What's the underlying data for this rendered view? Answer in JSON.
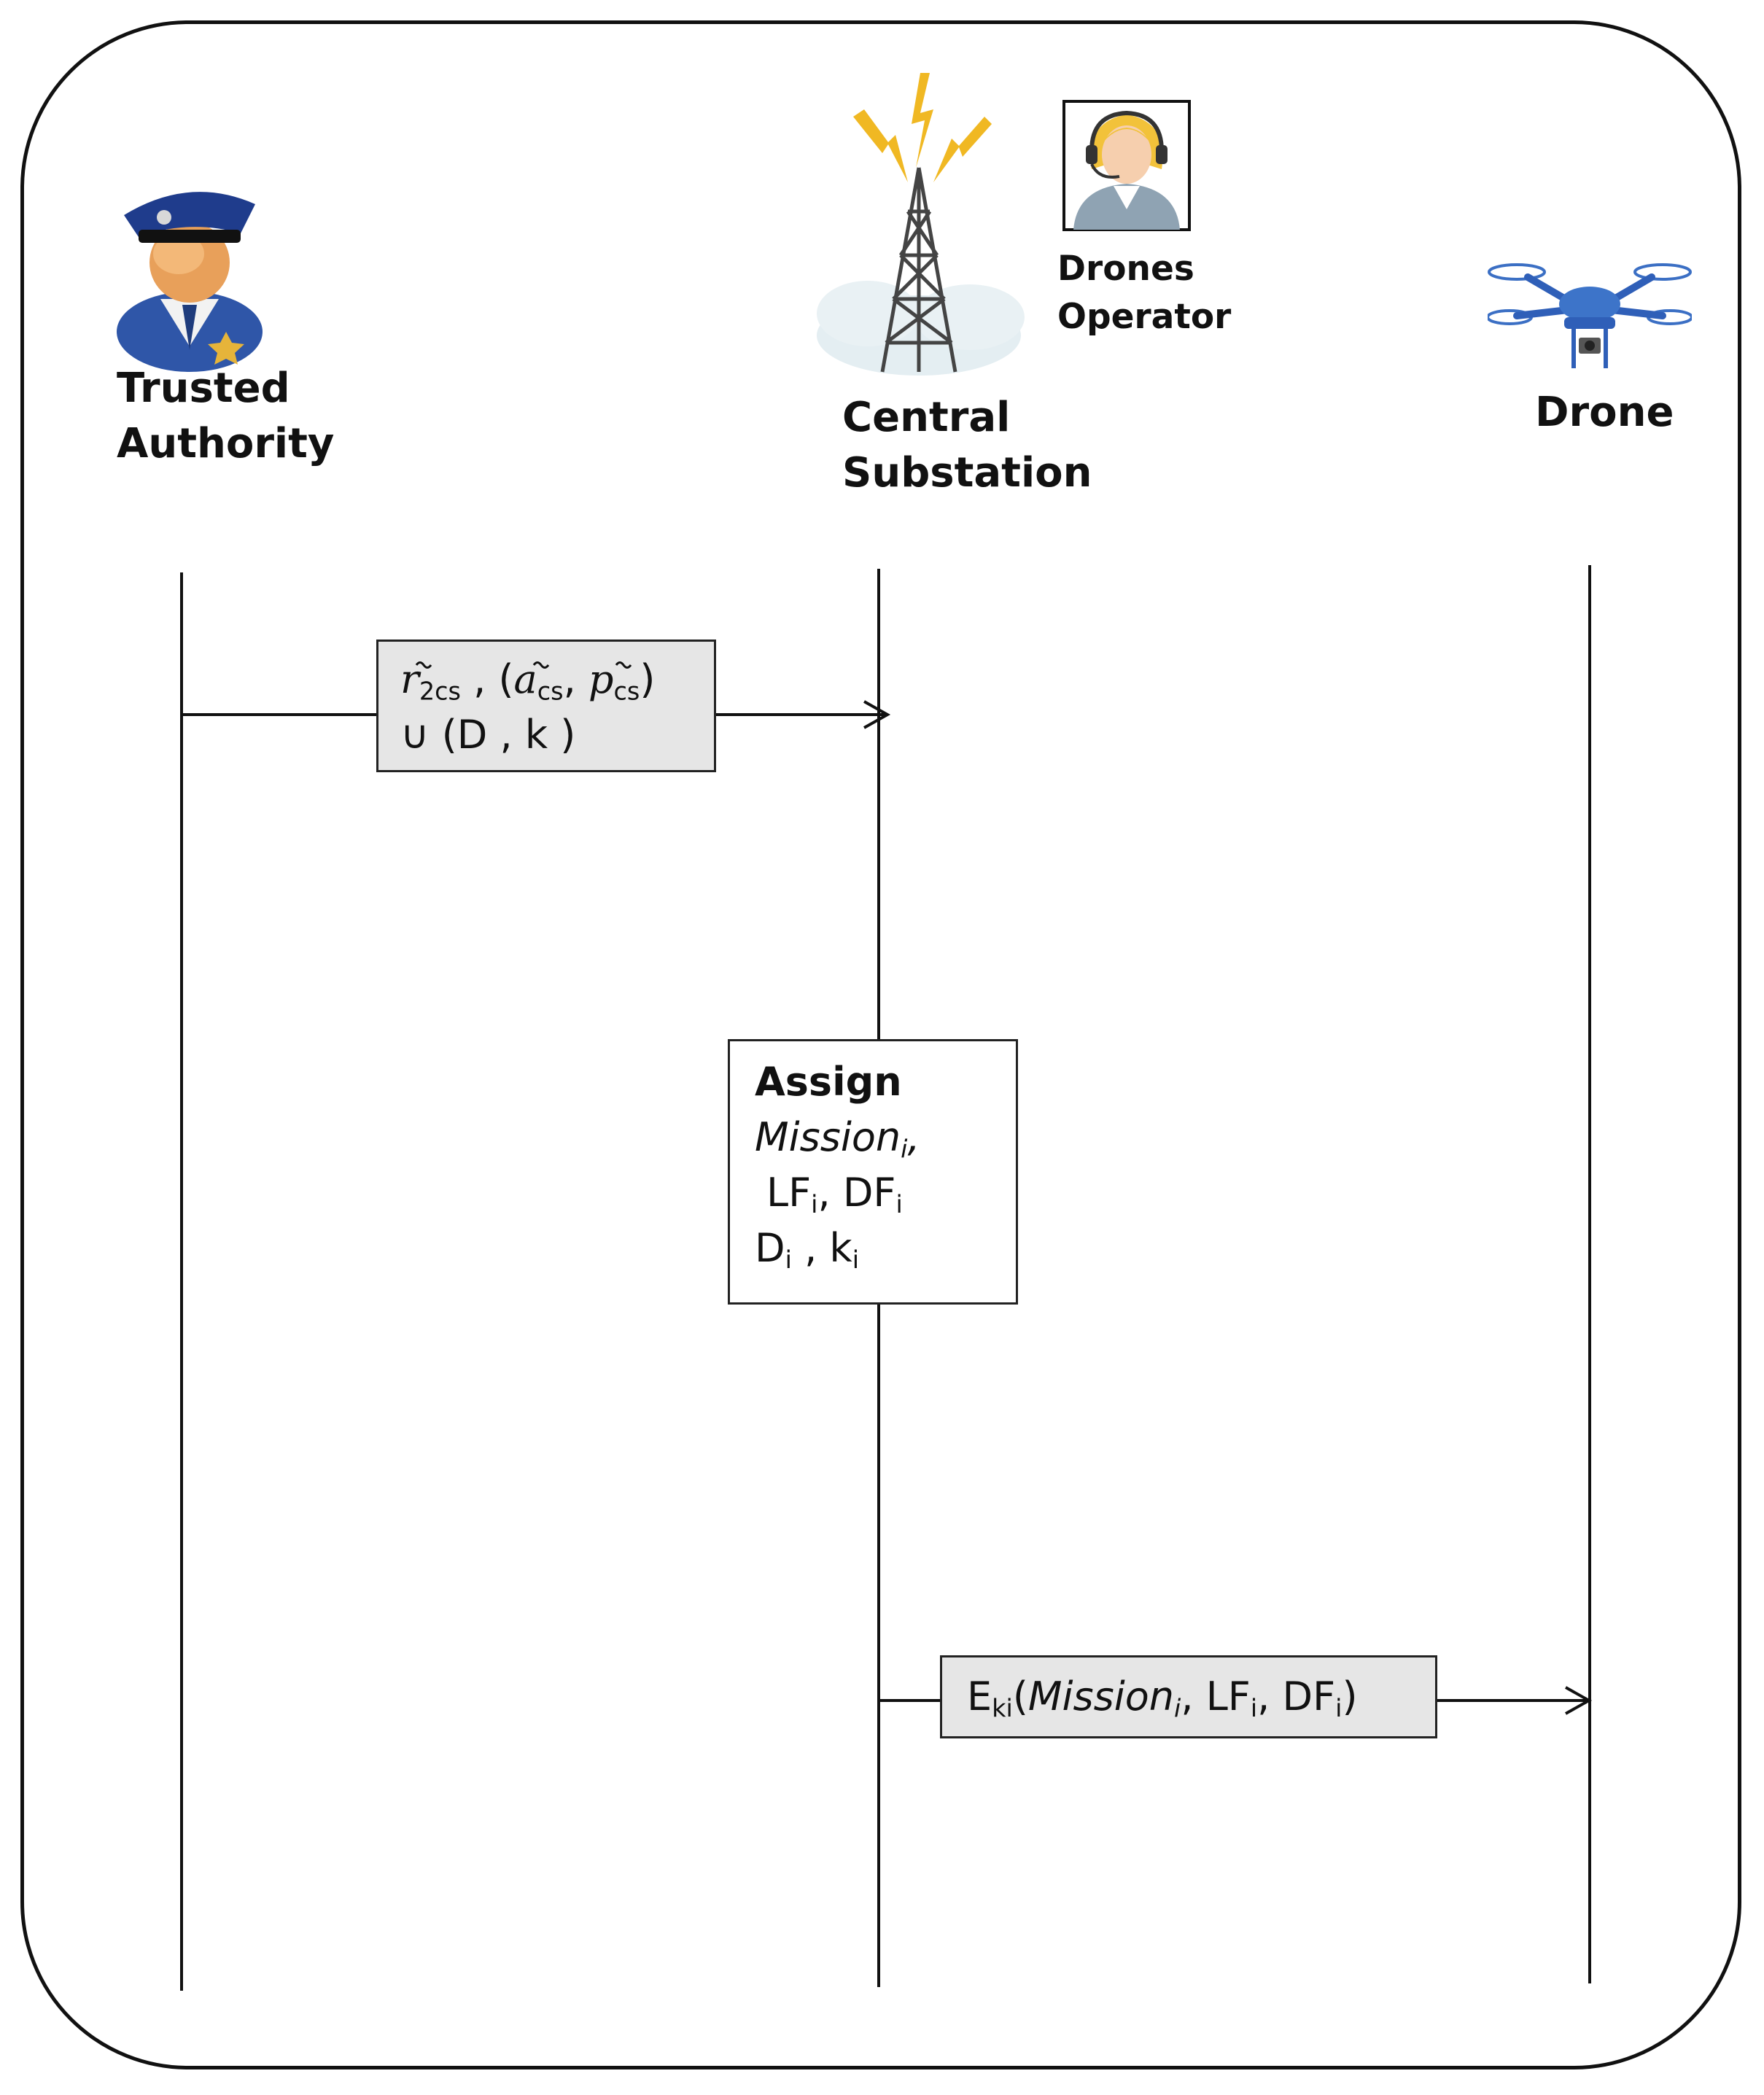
{
  "actors": {
    "trusted_authority": {
      "line1": "Trusted",
      "line2": "Authority",
      "icon": "police-officer-icon"
    },
    "central_substation": {
      "line1": "Central",
      "line2": "Substation",
      "icon": "radio-tower-icon"
    },
    "drones_operator": {
      "line1": "Drones",
      "line2": "Operator",
      "icon": "operator-headset-icon"
    },
    "drone": {
      "line1": "Drone",
      "icon": "quadcopter-drone-icon"
    }
  },
  "messages": {
    "m1": {
      "r": "r",
      "r_sub": "2cs",
      "sep1": " , (",
      "a": "a",
      "a_sub": "cs",
      "sep2": ", ",
      "p": "p",
      "p_sub": "cs",
      "close": ")",
      "line2": "∪ (D , k )"
    },
    "m2": {
      "title": "Assign",
      "mission": "Mission",
      "mission_sub": "i",
      "mission_tail": ",",
      "lf": "LF",
      "lf_sub": "i",
      "sep": ", ",
      "df": "DF",
      "df_sub": "i",
      "d": "D",
      "d_sub": "i",
      "sep2": " , ",
      "k": "k",
      "k_sub": "i"
    },
    "m3": {
      "e": "E",
      "e_sub": "ki",
      "open": "(",
      "mission": "Mission",
      "mission_sub": "i",
      "comma": ", ",
      "lf": "LF",
      "lf_sub": "i",
      "comma2": ", ",
      "df": "DF",
      "df_sub": "i",
      "close": ")"
    }
  }
}
